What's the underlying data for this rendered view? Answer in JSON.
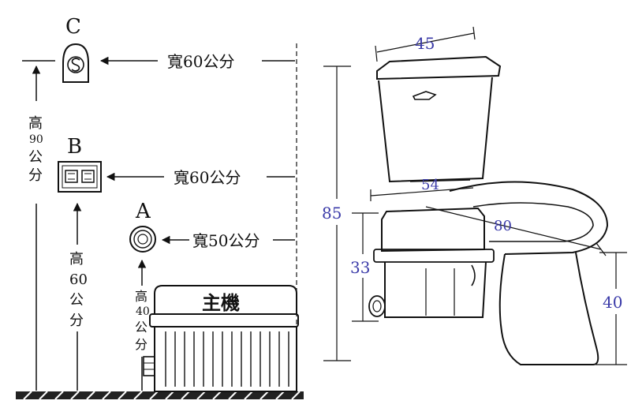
{
  "left_panel": {
    "label_c": "C",
    "label_b": "B",
    "label_a": "A",
    "width_c": "寬60公分",
    "width_b": "寬60公分",
    "width_a": "寬50公分",
    "height_c": [
      "高",
      "90",
      "公",
      "分"
    ],
    "height_b": [
      "高",
      "60",
      "公",
      "分"
    ],
    "height_a": [
      "高",
      "40",
      "公",
      "分"
    ],
    "main_unit": "主機",
    "outlet_b_symbol": "",
    "outlet_c_symbol": ""
  },
  "right_panel": {
    "dim_tank_width": "45",
    "dim_total_height": "85",
    "dim_depth": "54",
    "dim_bowl": "80",
    "dim_pump_height": "33",
    "dim_bowl_height": "40"
  },
  "colors": {
    "line": "#111111",
    "dimension_text": "#3a3aa8",
    "floor": "#222222"
  }
}
